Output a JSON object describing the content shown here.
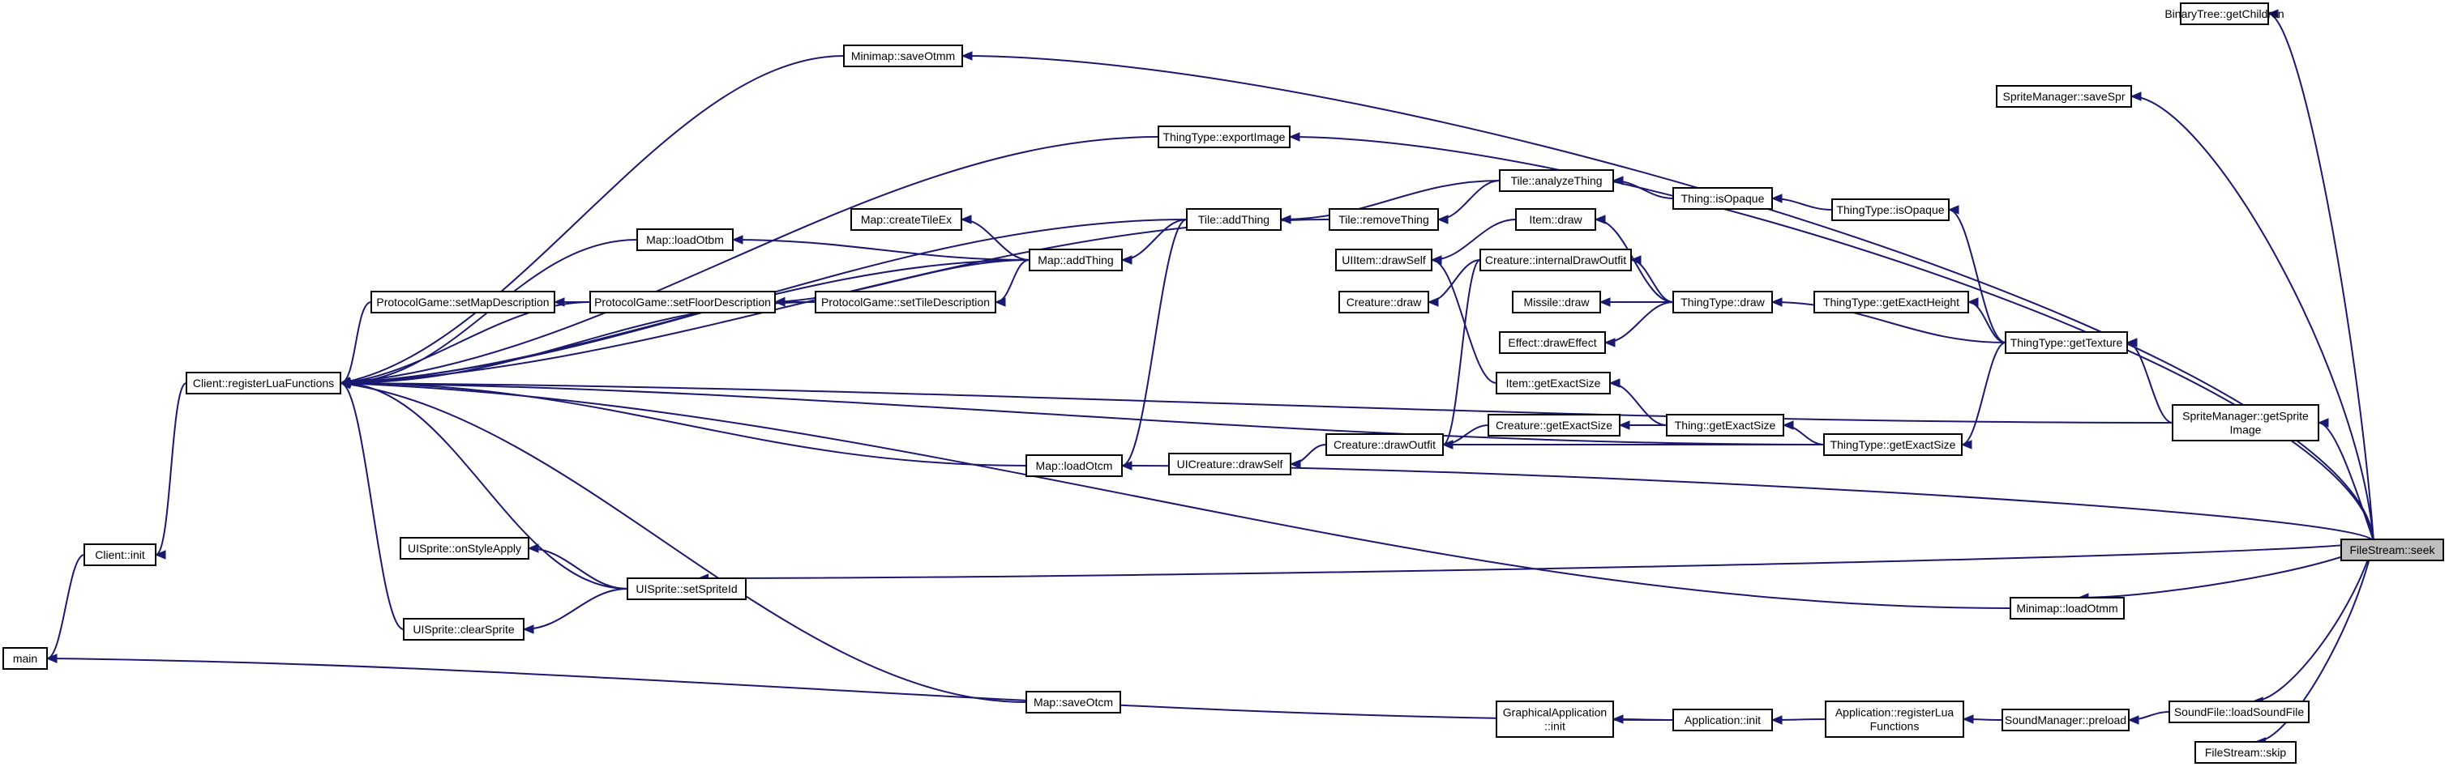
{
  "nodes": {
    "binarytree_getchildren": "BinaryTree::getChildren",
    "minimap_saveotmm": "Minimap::saveOtmm",
    "spritemanager_savespr": "SpriteManager::saveSpr",
    "thingtype_exportimage": "ThingType::exportImage",
    "tile_analyzething": "Tile::analyzeThing",
    "thing_isopaque": "Thing::isOpaque",
    "thingtype_isopaque": "ThingType::isOpaque",
    "map_createtileex": "Map::createTileEx",
    "tile_addthing": "Tile::addThing",
    "tile_removething": "Tile::removeThing",
    "item_draw": "Item::draw",
    "map_loadotbm": "Map::loadOtbm",
    "map_addthing": "Map::addThing",
    "uiitem_drawself": "UIItem::drawSelf",
    "creature_internaldrawoutfit": "Creature::internalDrawOutfit",
    "protocolgame_setmapdescription": "ProtocolGame::setMapDescription",
    "protocolgame_setfloordescription": "ProtocolGame::setFloorDescription",
    "protocolgame_settiledescription": "ProtocolGame::setTileDescription",
    "creature_draw": "Creature::draw",
    "missile_draw": "Missile::draw",
    "thingtype_draw": "ThingType::draw",
    "thingtype_getexactheight": "ThingType::getExactHeight",
    "effect_draweffect": "Effect::drawEffect",
    "thingtype_gettexture": "ThingType::getTexture",
    "client_registerluafunctions": "Client::registerLuaFunctions",
    "item_getexactsize": "Item::getExactSize",
    "spritemanager_getspriteimage": [
      "SpriteManager::getSprite",
      "Image"
    ],
    "creature_getexactsize": "Creature::getExactSize",
    "thing_getexactsize": "Thing::getExactSize",
    "creature_drawoutfit": "Creature::drawOutfit",
    "thingtype_getexactsize": "ThingType::getExactSize",
    "uicreature_drawself": "UICreature::drawSelf",
    "map_loadotcm": "Map::loadOtcm",
    "client_init": "Client::init",
    "uisprite_onstyleapply": "UISprite::onStyleApply",
    "filestream_seek": "FileStream::seek",
    "uisprite_setspriteid": "UISprite::setSpriteId",
    "minimap_loadotmm": "Minimap::loadOtmm",
    "uisprite_clearsprite": "UISprite::clearSprite",
    "main": "main",
    "graphicalapplication_init": [
      "GraphicalApplication",
      "::init"
    ],
    "application_init": "Application::init",
    "application_registerluafunctions": [
      "Application::registerLua",
      "Functions"
    ],
    "soundmanager_preload": "SoundManager::preload",
    "soundfile_loadsoundfile": "SoundFile::loadSoundFile",
    "map_saveotcm": "Map::saveOtcm",
    "filestream_skip": "FileStream::skip"
  },
  "colors": {
    "edge": "#191970",
    "box_border": "#000000",
    "box_fill": "#ffffff",
    "selected_fill": "#bfbfbf"
  }
}
